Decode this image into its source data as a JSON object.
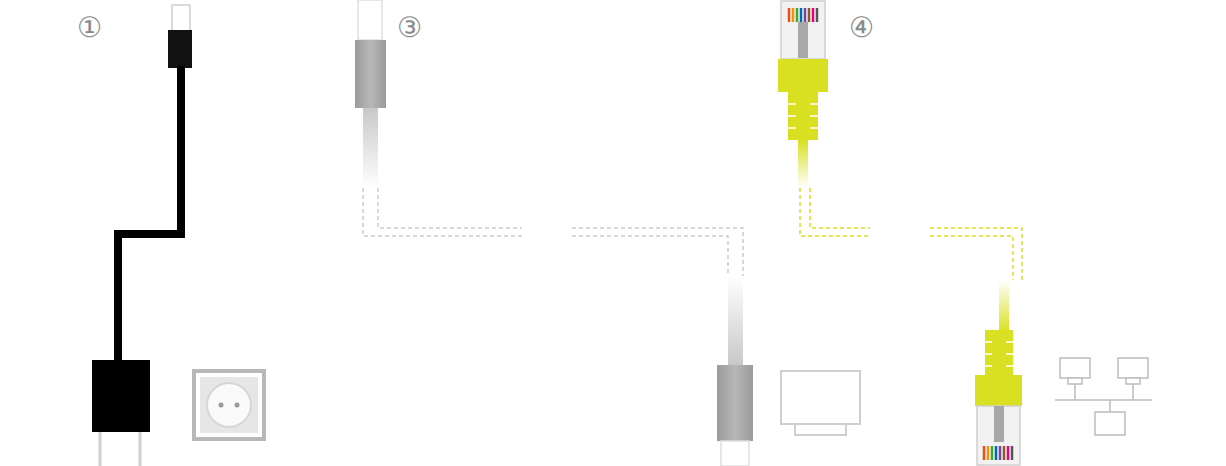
{
  "diagram": {
    "labels": [
      "①",
      "③",
      "④"
    ]
  }
}
